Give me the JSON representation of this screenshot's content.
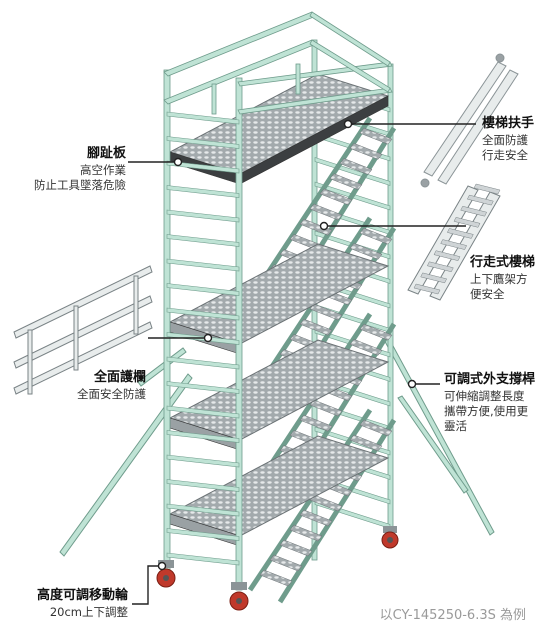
{
  "colors": {
    "frame": "#bfe3d5",
    "frame_edge": "#6f9c8c",
    "deck": "#9aa1a4",
    "deck_dark": "#3c3f41",
    "deck_hole": "#e1e4e5",
    "line": "#222222",
    "caster_red": "#c0392b"
  },
  "labels": {
    "toeboard": {
      "title": "腳趾板",
      "desc": [
        "高空作業",
        "防止工具墜落危險"
      ]
    },
    "handrail_ladder": {
      "title": "樓梯扶手",
      "desc": [
        "全面防護",
        "行走安全"
      ]
    },
    "walk_stair": {
      "title": "行走式樓梯",
      "desc": [
        "上下鷹架方",
        "便安全"
      ]
    },
    "guardrail": {
      "title": "全面護欄",
      "desc": [
        "全面安全防護"
      ]
    },
    "outrigger": {
      "title": "可調式外支撐桿",
      "desc": [
        "可伸縮調整長度",
        "攜帶方便,使用更",
        "靈活"
      ]
    },
    "caster": {
      "title": "高度可調移動輪",
      "desc": [
        "20cm上下調整"
      ]
    }
  },
  "caption": "以CY-145250-6.3S 為例"
}
